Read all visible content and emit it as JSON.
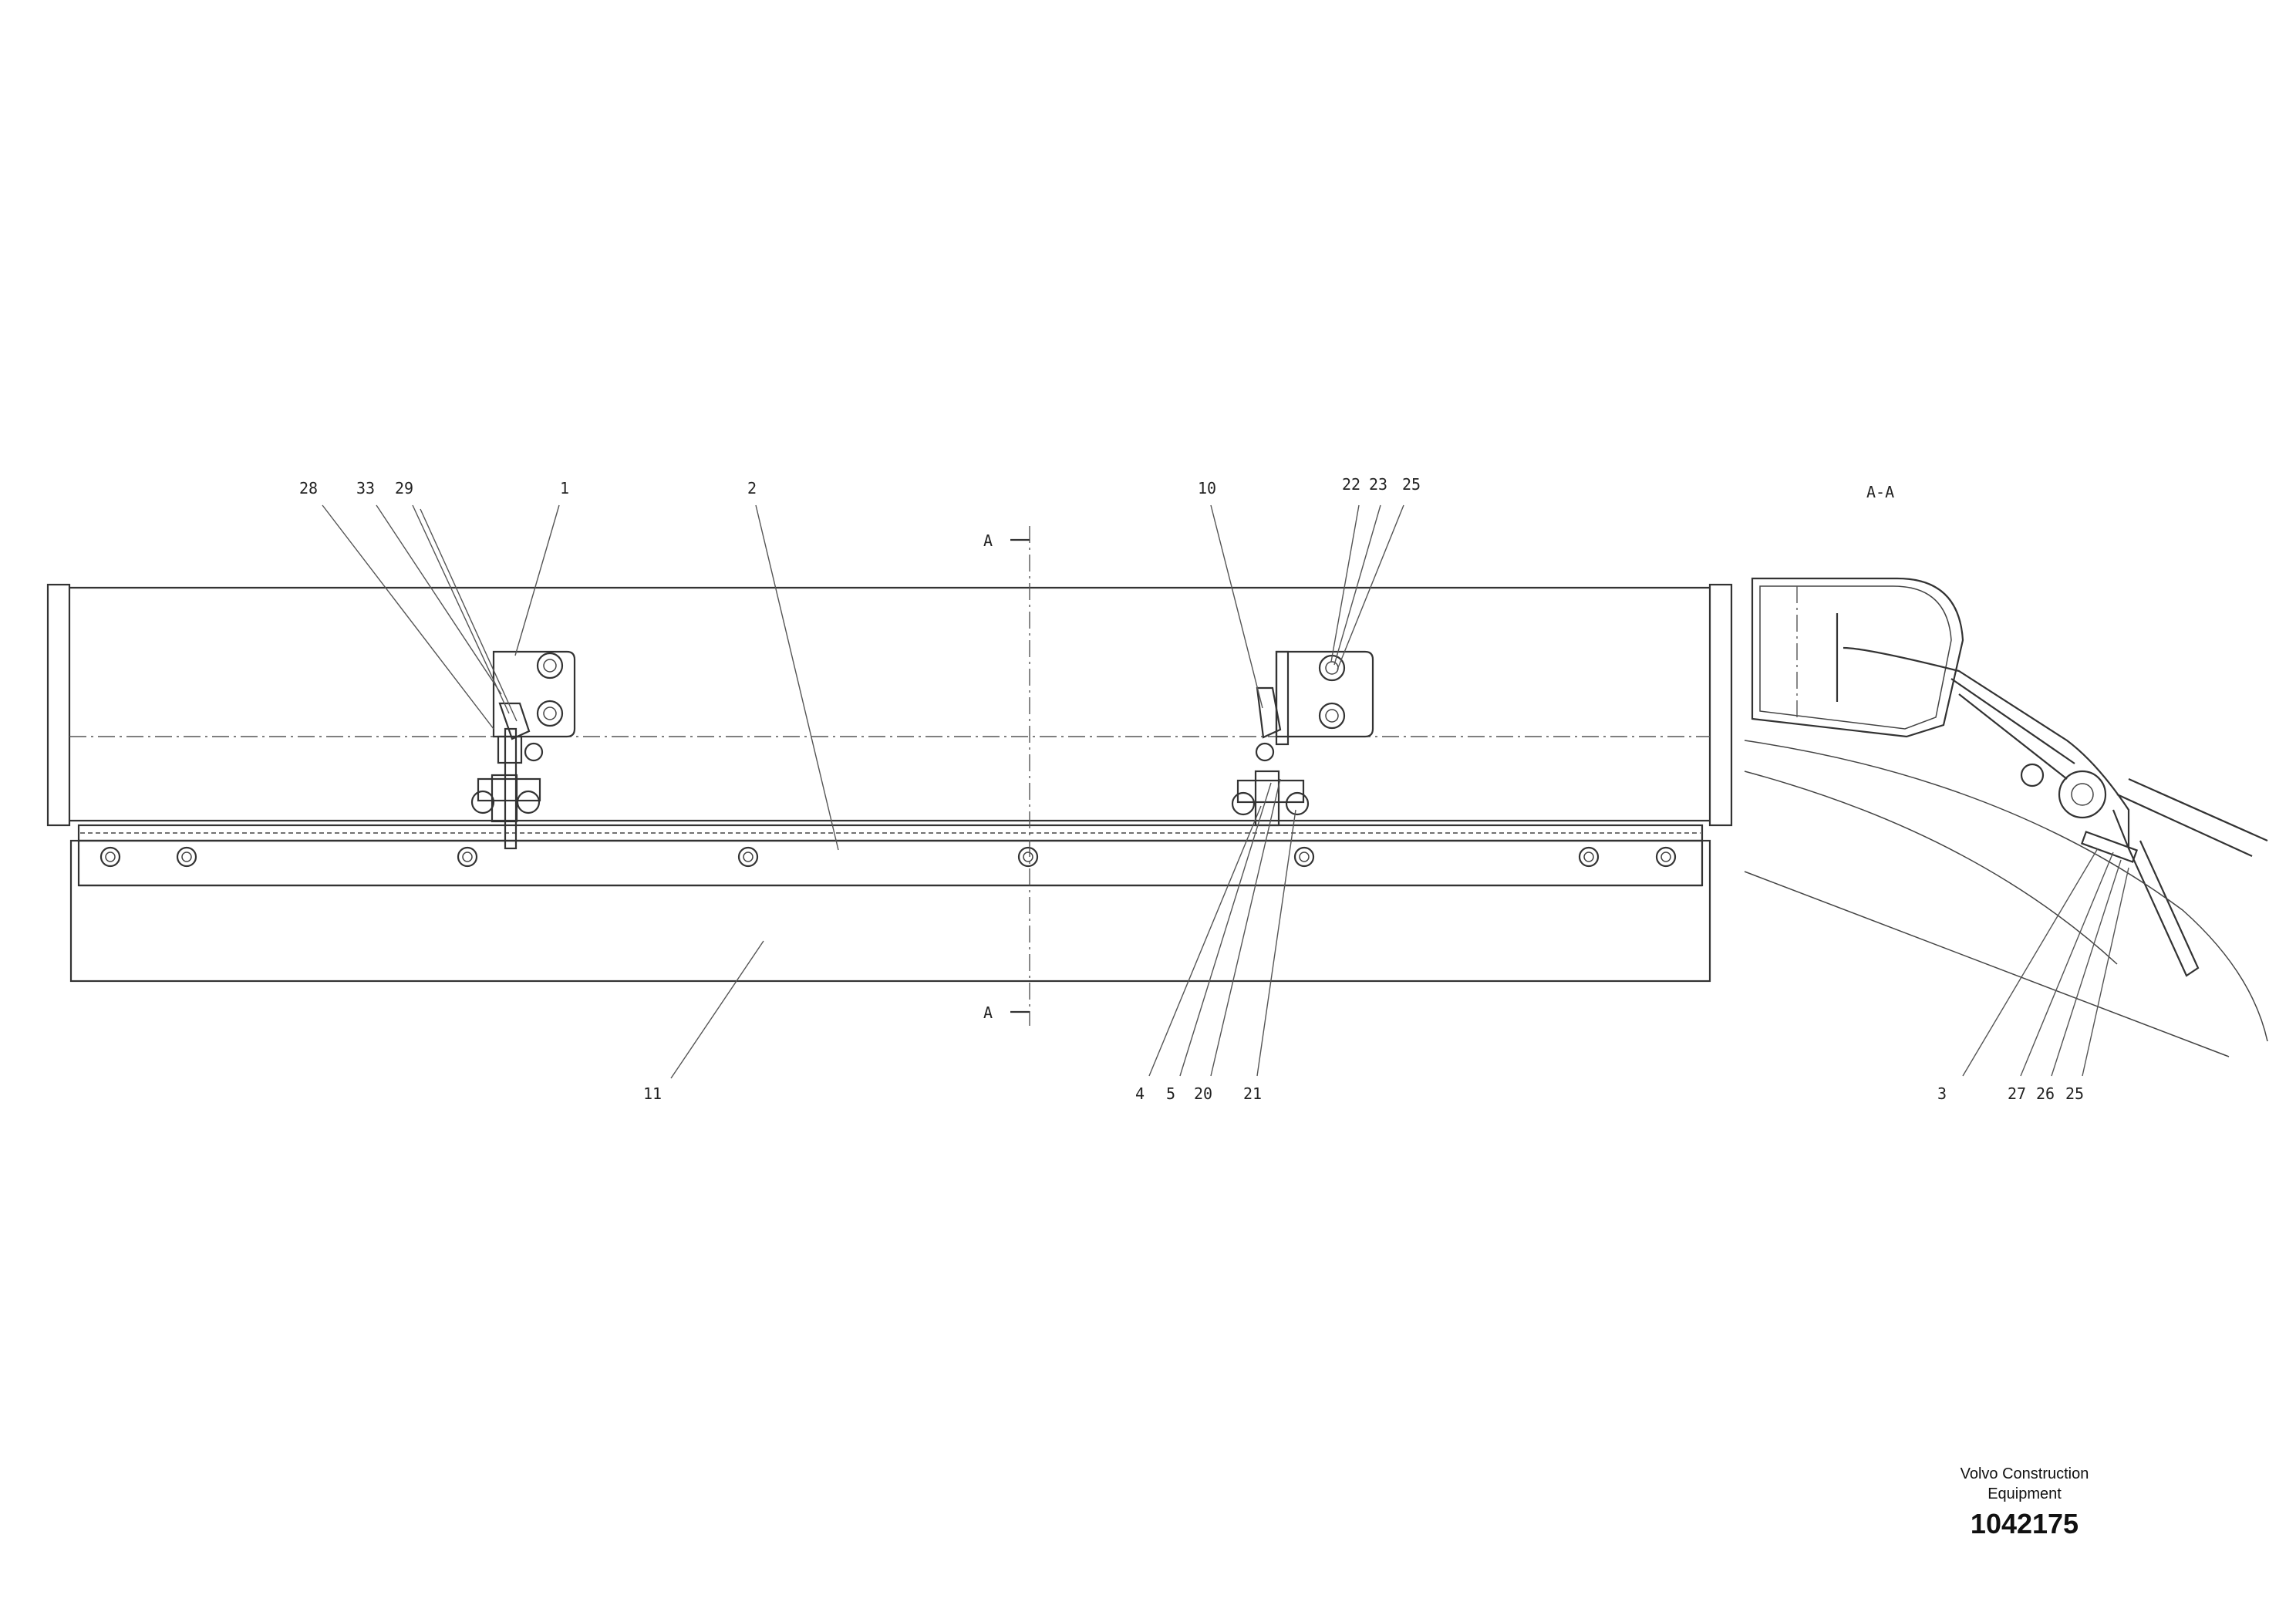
{
  "section": {
    "label": "A-A",
    "marker": "A"
  },
  "callouts": {
    "c28": "28",
    "c33": "33",
    "c29": "29",
    "c1": "1",
    "c2": "2",
    "c10": "10",
    "c22": "22",
    "c23": "23",
    "c25": "25",
    "c11": "11",
    "c4": "4",
    "c5": "5",
    "c20": "20",
    "c21": "21",
    "c3": "3",
    "c27": "27",
    "c26": "26",
    "c25b": "25"
  },
  "titleblock": {
    "brand": "Volvo Construction\nEquipment",
    "number": "1042175"
  }
}
